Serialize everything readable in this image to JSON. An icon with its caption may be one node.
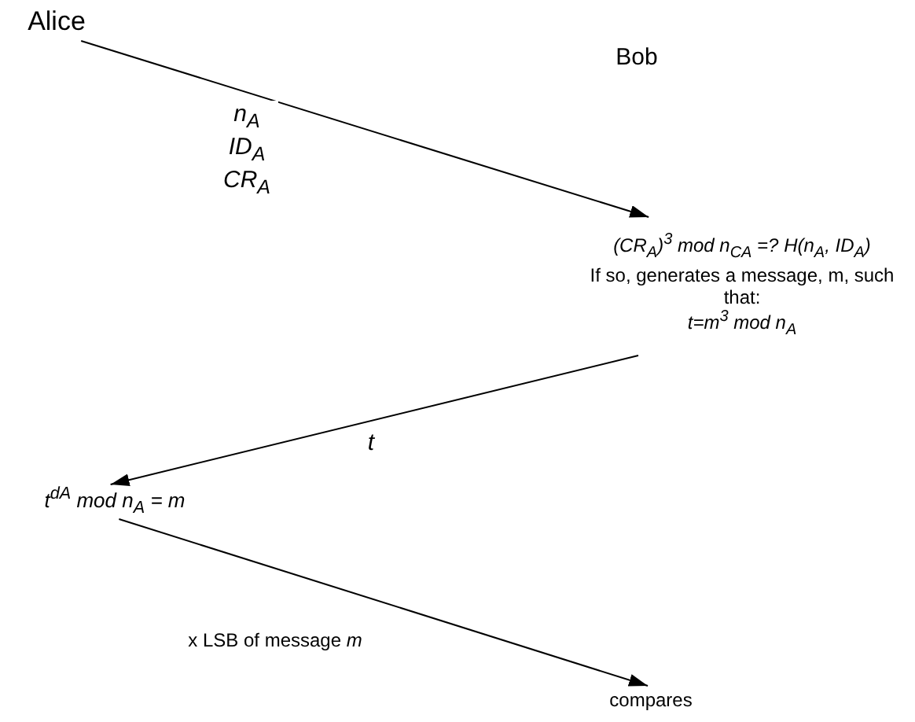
{
  "diagram": {
    "nodes": [
      {
        "text": [
          "Alice"
        ]
      },
      {
        "text": [
          "Bob"
        ]
      },
      {
        "text": [
          "(CR$_{A}$)$^{3}$ mod n$_{CA}$ =? H(n$_{A}$, ID$_{A}$)",
          "If so, generates a message, m, such that:",
          "t=m$^{3}$ mod n$_{A}$"
        ]
      },
      {
        "text": [
          "t$^{dA}$ mod n$_{A}$ = m"
        ]
      },
      {
        "text": [
          "compares"
        ]
      }
    ],
    "edges": [
      {
        "from": 0,
        "to": 2,
        "arrow": "to",
        "label": "n$_{A}$ ID$_{A}$ CR$_{A}$"
      },
      {
        "from": 2,
        "to": 3,
        "arrow": "to",
        "label": "t"
      },
      {
        "from": 3,
        "to": 4,
        "arrow": "to",
        "label": "x LSB of message *m*"
      }
    ]
  }
}
